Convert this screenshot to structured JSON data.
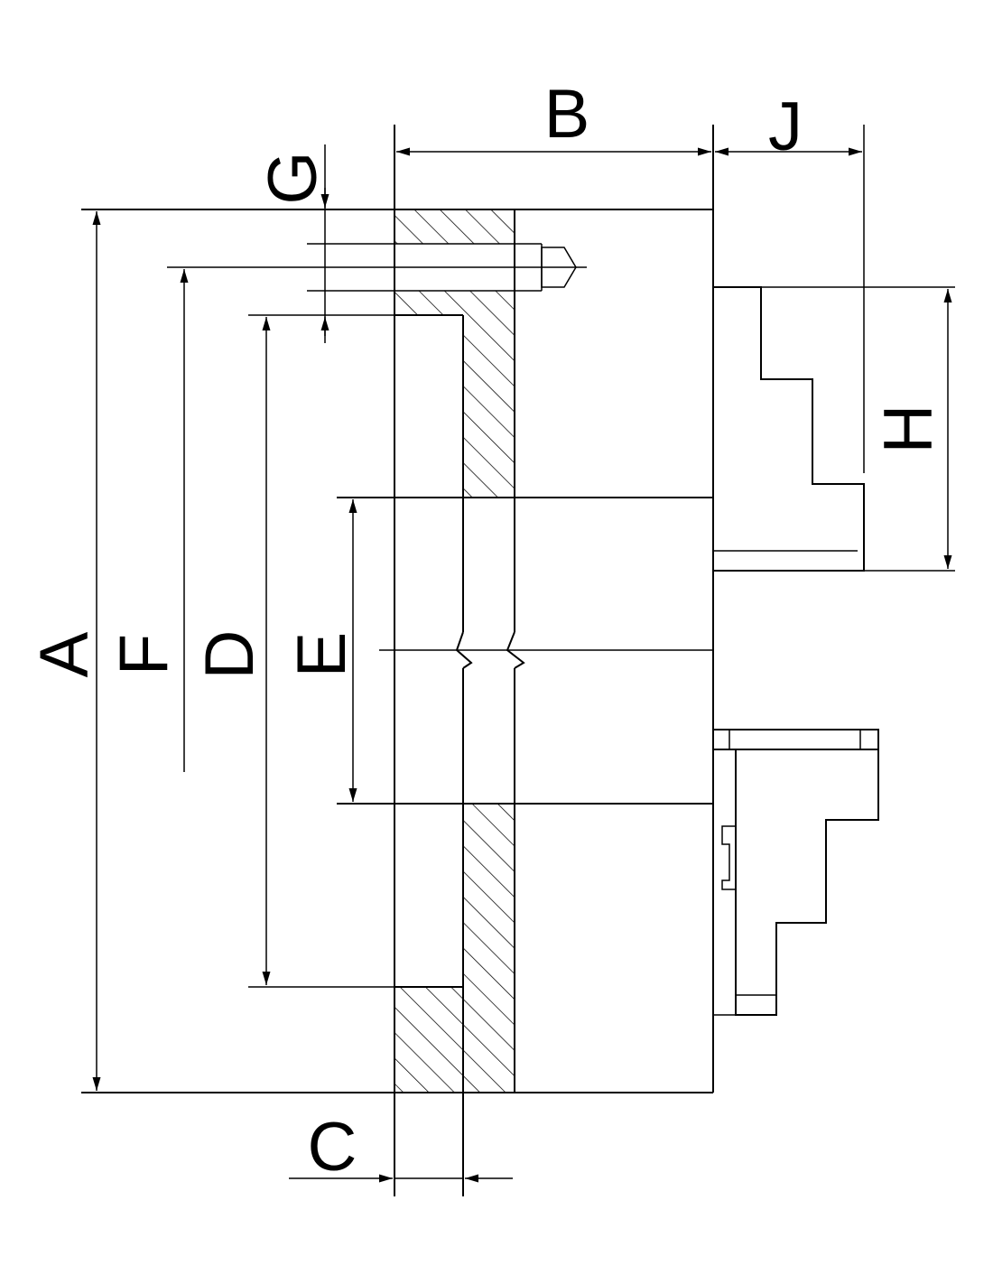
{
  "dimension_labels": {
    "a": "A",
    "b": "B",
    "c": "C",
    "d": "D",
    "e": "E",
    "f": "F",
    "g": "G",
    "h": "H",
    "j": "J"
  },
  "colors": {
    "line": "#000000",
    "background": "#ffffff"
  }
}
